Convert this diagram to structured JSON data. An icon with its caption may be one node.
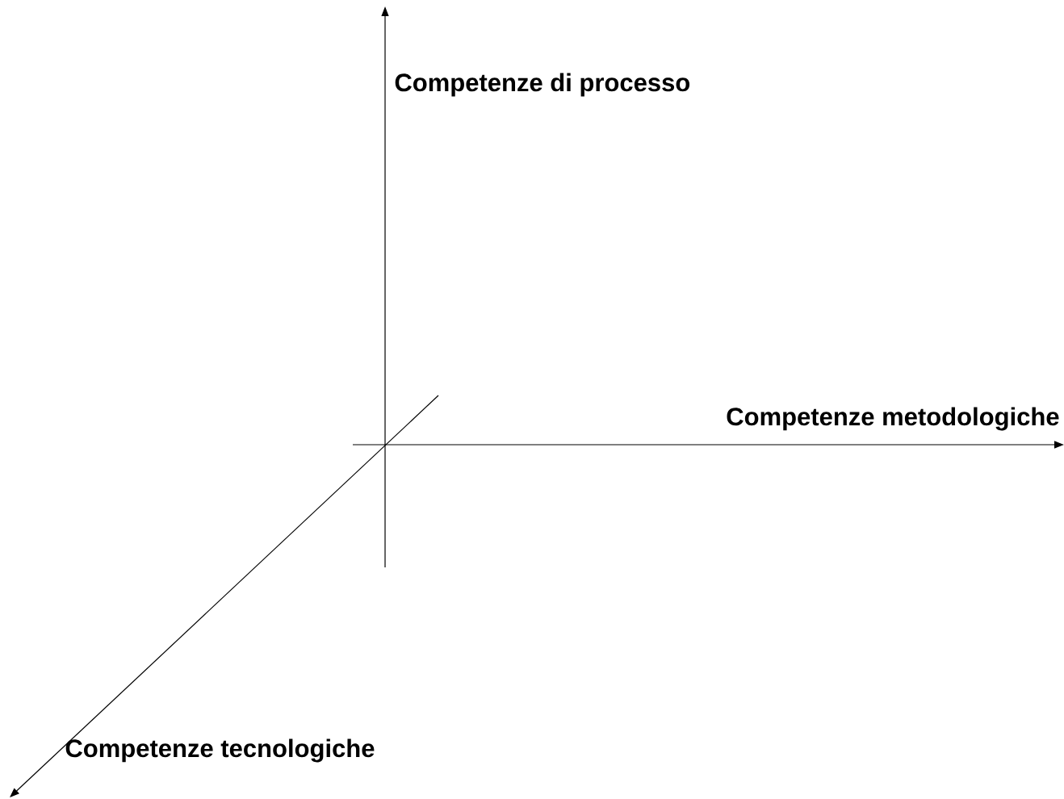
{
  "diagram": {
    "labels": [
      "Competenze di processo",
      "Competenze metodologiche",
      "Competenze tecnologiche"
    ]
  }
}
